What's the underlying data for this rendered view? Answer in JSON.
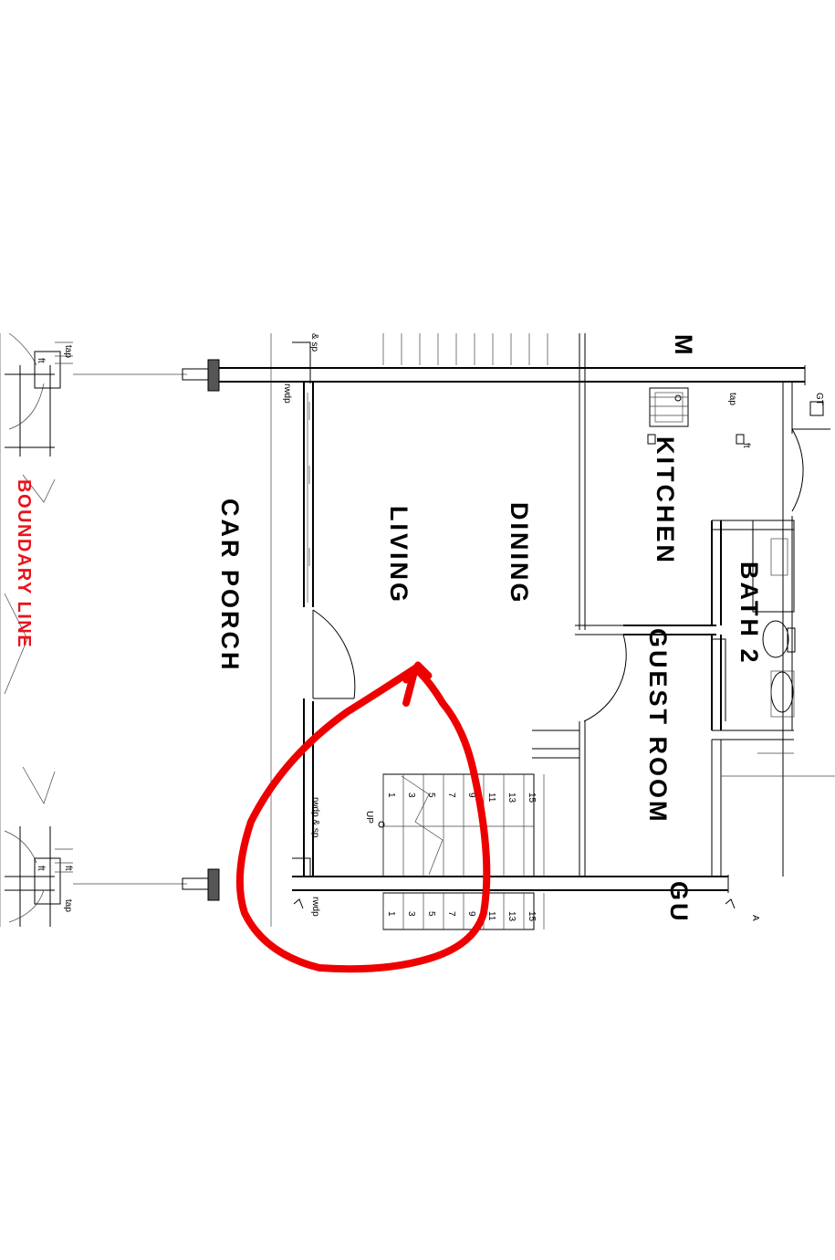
{
  "rooms": {
    "car_porch": "CAR PORCH",
    "living": "LIVING",
    "dining": "DINING",
    "kitchen": "KITCHEN",
    "bath2": "BATH 2",
    "guest_room": "GUEST ROOM",
    "gu_partial": "GU",
    "m_partial": "M"
  },
  "boundary_line": "BOUNDARY LINE",
  "labels": {
    "tap": "tap",
    "ft": "ft",
    "rwdp": "rwdp",
    "rwdp_sp": "rwdp & sp",
    "sp_partial": "& sp",
    "gt": "GT",
    "up": "UP",
    "a_partial": "A"
  },
  "stair_numbers": [
    "1",
    "3",
    "5",
    "7",
    "9",
    "11",
    "13",
    "15"
  ],
  "colors": {
    "boundary": "#e8141c",
    "annotation": "#ee0000",
    "ink": "#000000"
  }
}
